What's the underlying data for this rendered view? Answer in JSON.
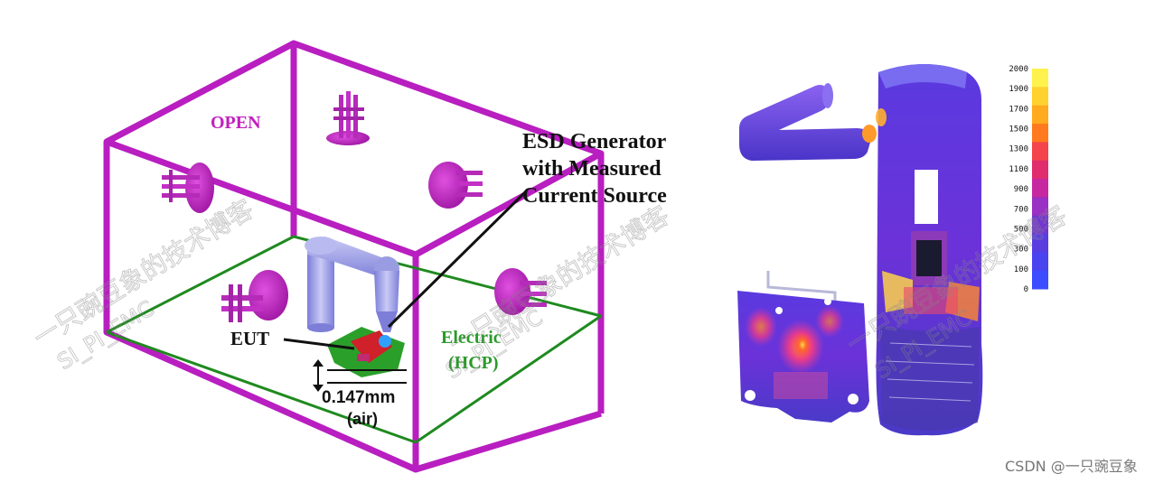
{
  "left_diagram": {
    "open_label": "OPEN",
    "generator_label": [
      "ESD Generator",
      "with Measured",
      "Current Source"
    ],
    "eut_label": "EUT",
    "hcp_label": [
      "Electric",
      "(HCP)"
    ],
    "gap_label": [
      "0.147mm",
      "(air)"
    ]
  },
  "color_scale": {
    "ticks": [
      "2000",
      "1900",
      "1700",
      "1500",
      "1300",
      "1100",
      "900",
      "700",
      "500",
      "300",
      "100",
      "0"
    ],
    "colors": [
      "#fff24d",
      "#ffd230",
      "#ffaa1f",
      "#ff7a1e",
      "#f5444b",
      "#e02d6e",
      "#c728a0",
      "#9a30c4",
      "#7336d0",
      "#5a3de0",
      "#4a44f0",
      "#3c4cff"
    ]
  },
  "watermark": {
    "chinese": "一只豌豆象的技术博客",
    "latin": "SI_PI_EMC"
  },
  "credit": "CSDN @一只豌豆象"
}
